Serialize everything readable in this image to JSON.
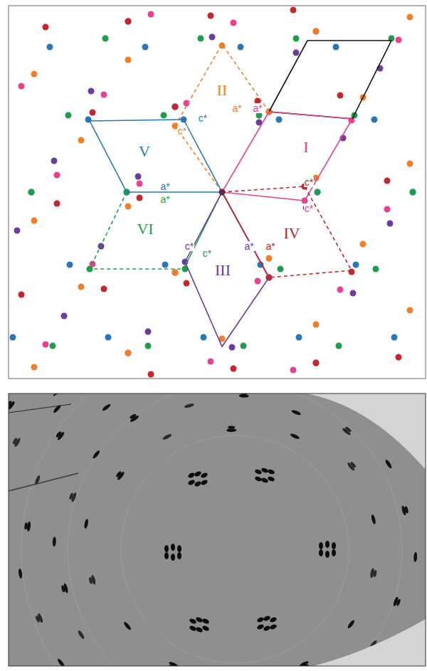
{
  "diagram": {
    "labels": [
      "II",
      "c*",
      "c*",
      "a*",
      "a*",
      "I",
      "c*",
      "c*",
      "V",
      "a*",
      "a*",
      "VI",
      "c*",
      "c*",
      "III",
      "a*",
      "a*",
      "IV"
    ]
  }
}
